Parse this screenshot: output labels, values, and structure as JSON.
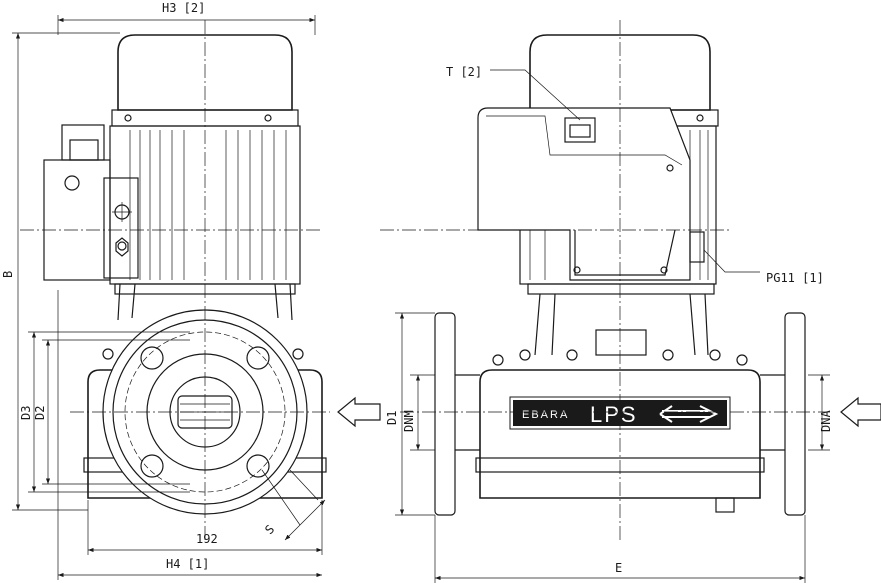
{
  "title": "EBARA LPS pump dimensional drawing",
  "front_view": {
    "labels": {
      "h3": "H3 [2]",
      "b": "B",
      "d3": "D3",
      "d2": "D2",
      "dim_192": "192",
      "h4": "H4 [1]",
      "s": "S"
    }
  },
  "side_view": {
    "labels": {
      "t": "T [2]",
      "pg11": "PG11 [1]",
      "d1": "D1",
      "dnm": "DNM",
      "dna": "DNA",
      "e": "E"
    },
    "nameplate": {
      "brand": "EBARA",
      "model": "LPS"
    }
  }
}
